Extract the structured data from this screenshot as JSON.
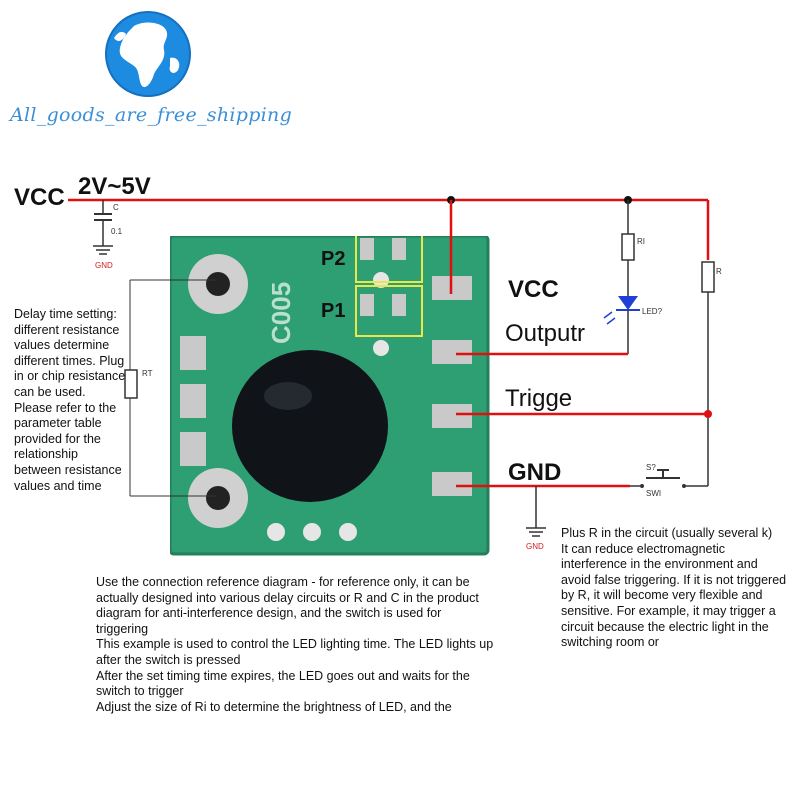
{
  "brand": {
    "shipping_text": "All_goods_are_free_shipping"
  },
  "power": {
    "vcc": "VCC",
    "voltage": "2V~5V"
  },
  "components": {
    "capacitor": "C",
    "capacitor_value": "0.1",
    "gnd_left": "GND",
    "gnd_bottom": "GND",
    "resistor_rt": "RT",
    "resistor_ri": "RI",
    "resistor_r": "R",
    "led": "LED?",
    "switch_ref": "S?",
    "switch_name": "SWI"
  },
  "module": {
    "silkscreen": "C005",
    "p2": "P2",
    "p1": "P1",
    "pin_vcc": "VCC",
    "pin_output": "Outputr",
    "pin_trigger": "Trigge",
    "pin_gnd": "GND"
  },
  "notes": {
    "delay": "Delay time setting: different resistance values determine different times. Plug in or chip resistance can be used. Please refer to the parameter table provided for the relationship between resistance values and time",
    "reference": [
      "Use the connection reference diagram - for reference only, it can be actually designed into various delay circuits or R and C in the product diagram for anti-interference design, and the switch is used for triggering",
      "This example is used to control the LED lighting time. The LED lights up after the switch is pressed",
      "After the set timing time expires, the LED goes out and waits for the switch to trigger",
      "Adjust the size of Ri to determine the brightness of LED, and the"
    ],
    "r_note": [
      "Plus R in the circuit (usually several k)",
      "It can reduce electromagnetic interference in the environment and avoid false triggering. If it is not triggered by R, it will become very flexible and sensitive. For example, it may trigger a circuit because the electric light in the switching room or"
    ]
  },
  "colors": {
    "wire": "#e01010",
    "pcb": "#2e9e73",
    "pcb_dark": "#1e7a57",
    "pad": "#c9c9c9",
    "highlight_box": "#e8e84a",
    "logo_blue": "#1d8be0",
    "led_blue": "#1f3fd6",
    "gnd_red": "#d02020"
  }
}
